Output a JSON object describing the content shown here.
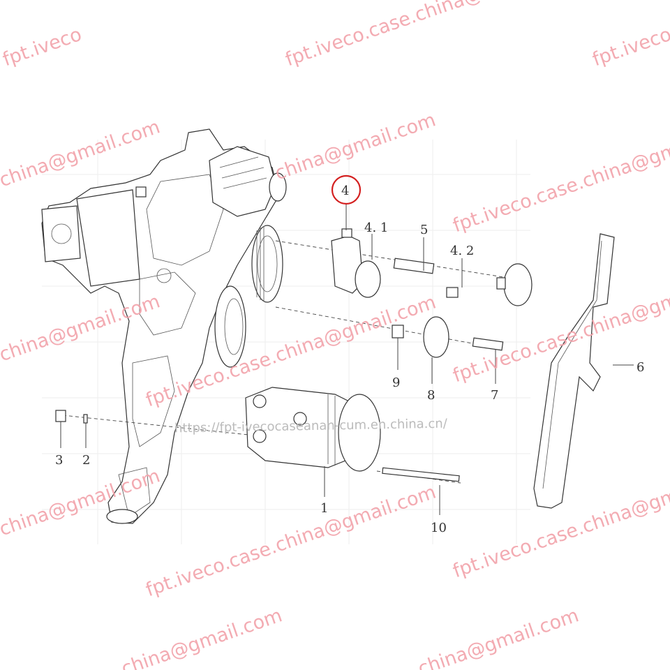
{
  "diagram": {
    "part_labels": {
      "p4": "4",
      "p4_1": "4. 1",
      "p5": "5",
      "p4_2": "4. 2",
      "p6": "6",
      "p9": "9",
      "p8": "8",
      "p7": "7",
      "p3": "3",
      "p2": "2",
      "p1": "1",
      "p10": "10"
    },
    "highlight_color": "#d42020",
    "highlighted_part": "4"
  },
  "watermarks": {
    "a": "fpt.iveco",
    "b": "fpt.iveco.case.china@",
    "c": "fpt.iveco",
    "d": "china@gmail.com",
    "e": "china@gmail.com",
    "f": "fpt.iveco.case.china@gm",
    "g": "china@gmail.com",
    "h": "fpt.iveco.case.china@gmail.com",
    "i": "fpt.iveco.case.china@gm",
    "j": "china@gmail.com",
    "k": "fpt.iveco.case.china@gmail.com",
    "l": "fpt.iveco.case.china@gm",
    "m": "china@gmail.com",
    "n": "china@gmail.com",
    "url": "https://fpt-ivecocaseanan-cum.en.china.cn/",
    "color": "#f2a2aa"
  }
}
